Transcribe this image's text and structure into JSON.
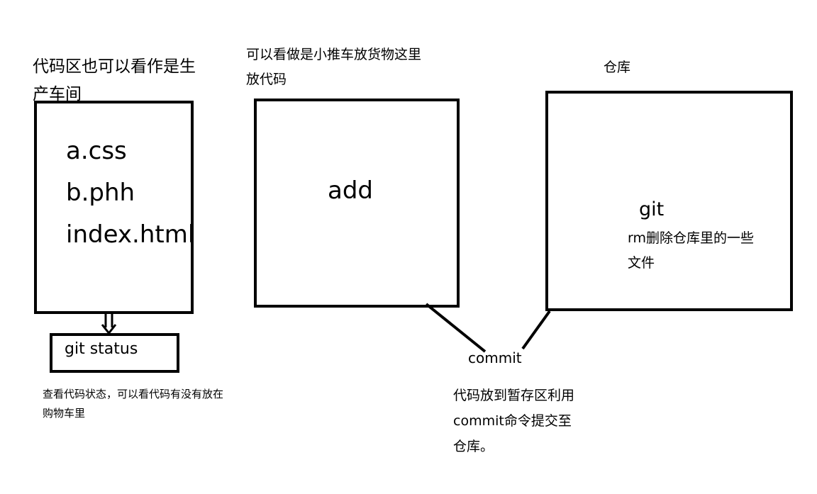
{
  "workspace": {
    "caption_line1": "代码区也可以看作是生",
    "caption_line2": "产车间",
    "files": [
      "a.css",
      "b.phh",
      "index.html"
    ],
    "status_command": "git status",
    "status_note_line1": "查看代码状态，可以看代码有没有放在",
    "status_note_line2": "购物车里"
  },
  "staging": {
    "caption_line1": "可以看做是小推车放货物这里",
    "caption_line2": "放代码",
    "label": "add"
  },
  "repository": {
    "caption": "仓库",
    "label": "git",
    "note_line1": "rm删除仓库里的一些",
    "note_line2": "文件"
  },
  "commit": {
    "label": "commit",
    "note_line1": "代码放到暂存区利用",
    "note_line2": "commit命令提交至",
    "note_line3": "仓库。"
  },
  "arrow_icon": "down-double-arrow-icon"
}
